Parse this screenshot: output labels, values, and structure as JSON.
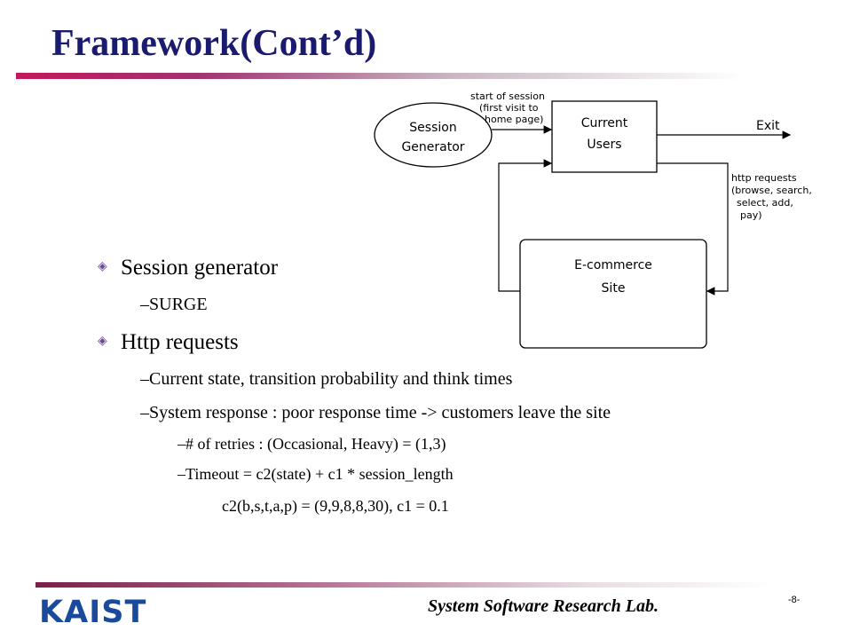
{
  "title": "Framework(Cont’d)",
  "diagram": {
    "session_generator": [
      "Session",
      "Generator"
    ],
    "current_users": [
      "Current",
      "Users"
    ],
    "ecommerce_site": [
      "E-commerce",
      "Site"
    ],
    "start_label": [
      "start of session",
      "(first visit to",
      "home page)"
    ],
    "exit_label": "Exit",
    "http_label": [
      "http requests",
      "(browse, search,",
      "select, add,",
      "pay)"
    ]
  },
  "bullets": [
    {
      "marker": "◈",
      "text": "Session generator",
      "subs": [
        {
          "text": "–SURGE"
        }
      ]
    },
    {
      "marker": "◈",
      "text": "Http requests",
      "subs": [
        {
          "text": "–Current state, transition probability and think times"
        },
        {
          "text": "–System response : poor response time -> customers leave the site"
        }
      ]
    }
  ],
  "sub_sub": [
    "–# of retries : (Occasional, Heavy) = (1,3)",
    "–Timeout = c2(state) + c1 * session_length",
    "c2(b,s,t,a,p) = (9,9,8,8,30), c1 = 0.1"
  ],
  "footer": {
    "logo_text": "KAIST",
    "lab": "System Software Research Lab.",
    "page": "-8-"
  },
  "colors": {
    "title": "#1a1a6e",
    "logo": "#1a4a9c",
    "accent": "#c2185b"
  }
}
